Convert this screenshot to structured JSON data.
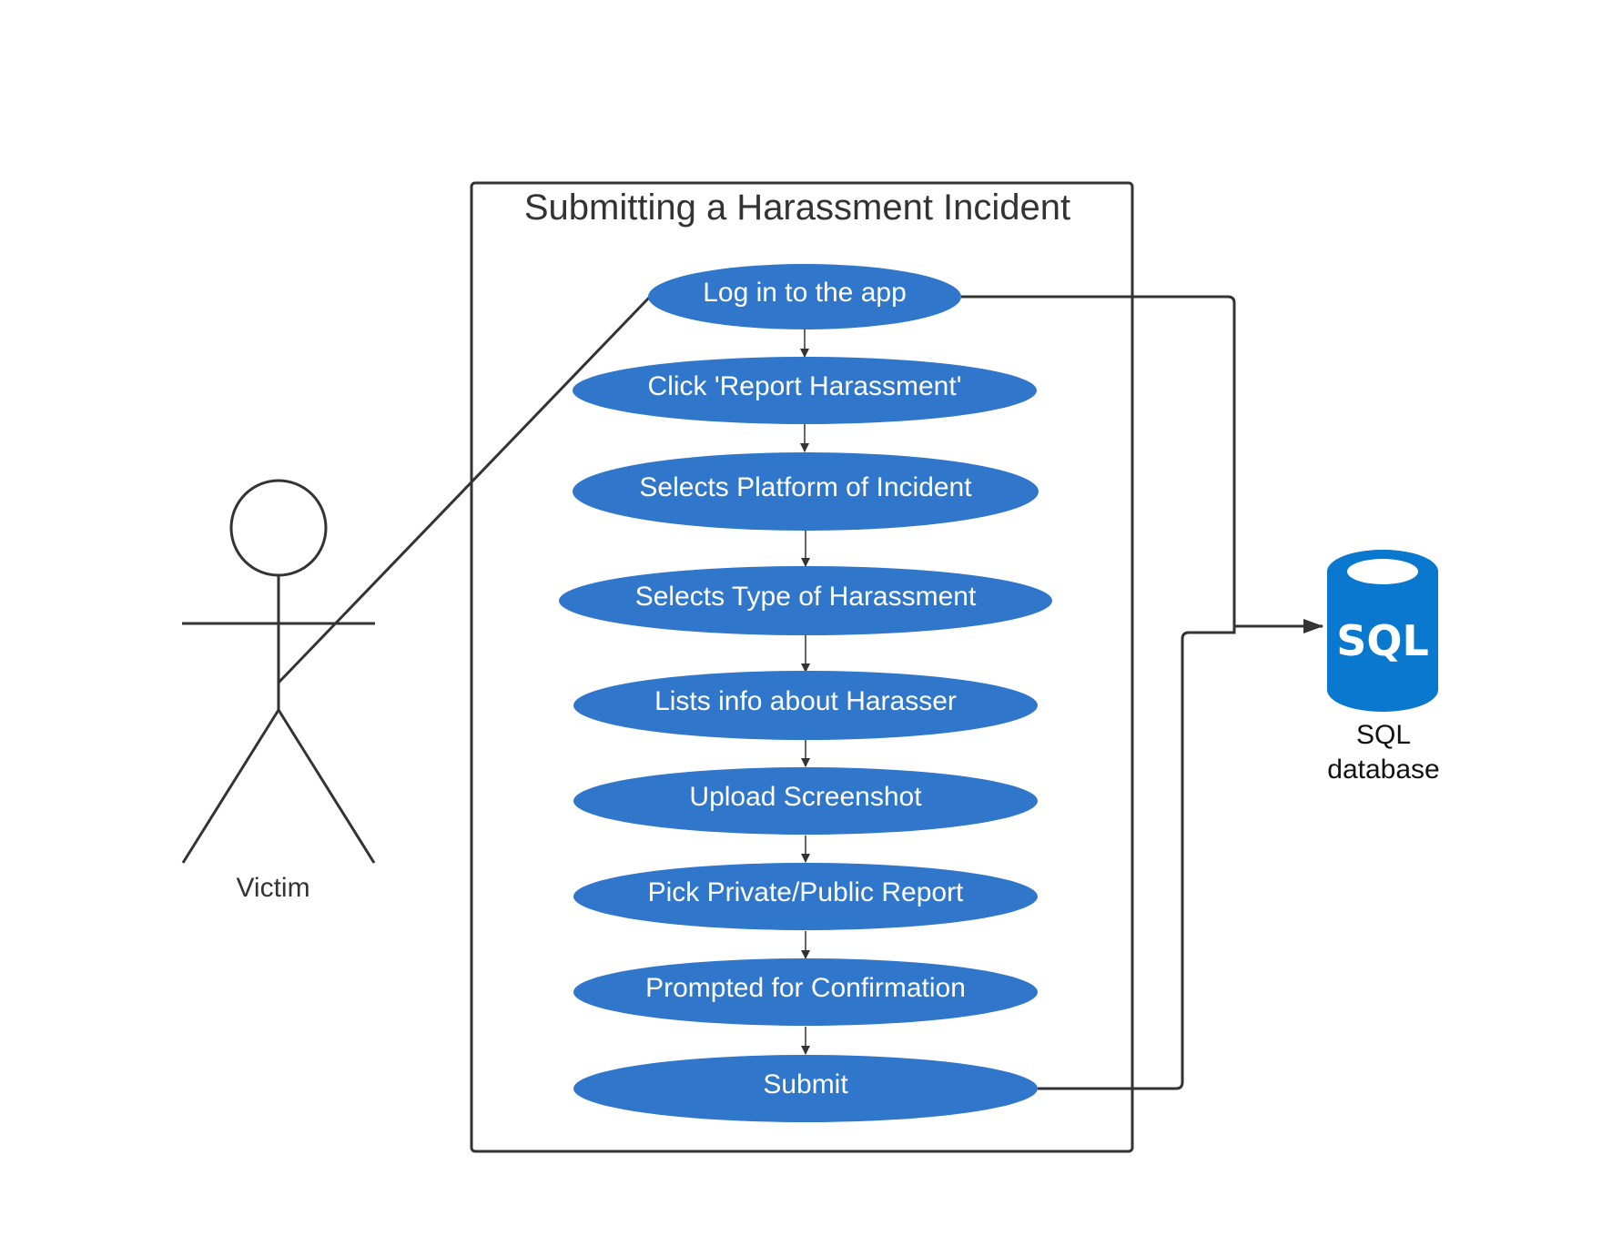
{
  "system": {
    "title": "Submitting a Harassment Incident"
  },
  "actor": {
    "label": "Victim"
  },
  "use_cases": [
    {
      "label": "Log in to the app"
    },
    {
      "label": "Click 'Report Harassment'"
    },
    {
      "label": "Selects Platform of Incident"
    },
    {
      "label": "Selects Type of Harassment"
    },
    {
      "label": "Lists info about Harasser"
    },
    {
      "label": "Upload Screenshot"
    },
    {
      "label": "Pick Private/Public Report"
    },
    {
      "label": "Prompted for Confirmation"
    },
    {
      "label": "Submit"
    }
  ],
  "database": {
    "logo_text": "SQL",
    "label_line1": "SQL",
    "label_line2": "database",
    "icon": "database-cylinder-icon"
  },
  "colors": {
    "use_case_fill": "#3077CB",
    "database_fill": "#0B78D0",
    "line": "#333333"
  }
}
